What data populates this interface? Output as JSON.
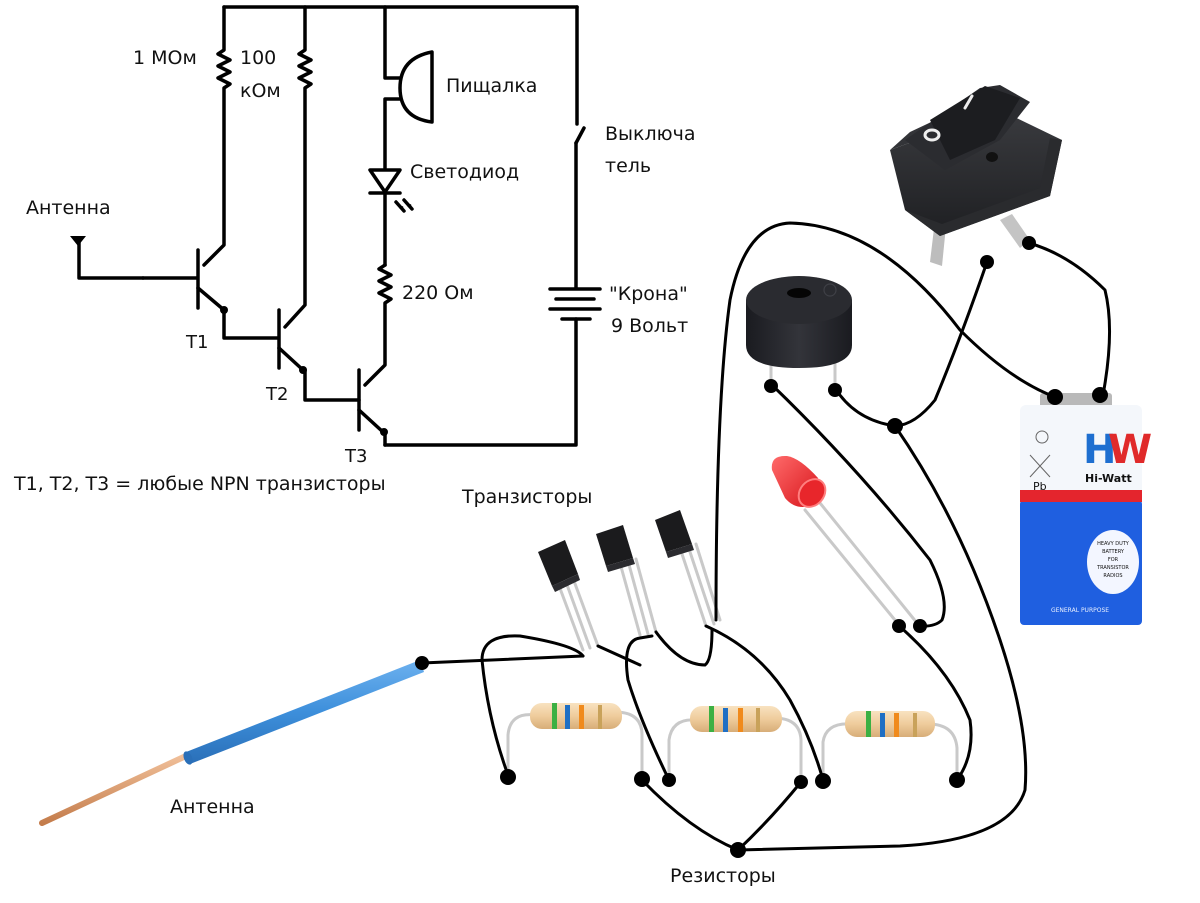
{
  "schematic": {
    "labels": {
      "r1": "1 МОм",
      "r2_line1": "100",
      "r2_line2": "кОм",
      "buzzer": "Пищалка",
      "switch_line1": "Выключа",
      "switch_line2": "тель",
      "led": "Светодиод",
      "antenna": "Антенна",
      "r3": "220 Ом",
      "battery_line1": "\"Крона\"",
      "battery_line2": "9 Вольт",
      "t1": "Т1",
      "t2": "Т2",
      "t3": "Т3",
      "note": "Т1, Т2, Т3 = любые NPN транзисторы"
    }
  },
  "assembly": {
    "labels": {
      "transistors": "Транзисторы",
      "antenna": "Антенна",
      "resistors": "Резисторы"
    },
    "switch": {
      "on_mark": "I",
      "off_mark": "O"
    },
    "battery": {
      "brand_short": "HW",
      "brand": "Hi-Watt",
      "pb_mark": "Pb",
      "minus_mark": "−",
      "badge": [
        "HEAVY DUTY",
        "BATTERY",
        "FOR",
        "TRANSISTOR",
        "RADIOS"
      ],
      "footer": "GENERAL PURPOSE"
    },
    "resistor_bands": [
      "#3cb043",
      "#1f6fc4",
      "#f08a1c",
      "#c9a25a"
    ],
    "colors": {
      "wire": "#000000",
      "antenna_insulation": "#3d8fdb",
      "antenna_core": "#d89a6a",
      "led": "#e8262b",
      "battery_blue": "#1f5fe0",
      "battery_red": "#e4252d",
      "brand_blue": "#1e6fd0",
      "brand_red": "#e02a2a",
      "resistor_body": "#f1d3a8"
    }
  }
}
